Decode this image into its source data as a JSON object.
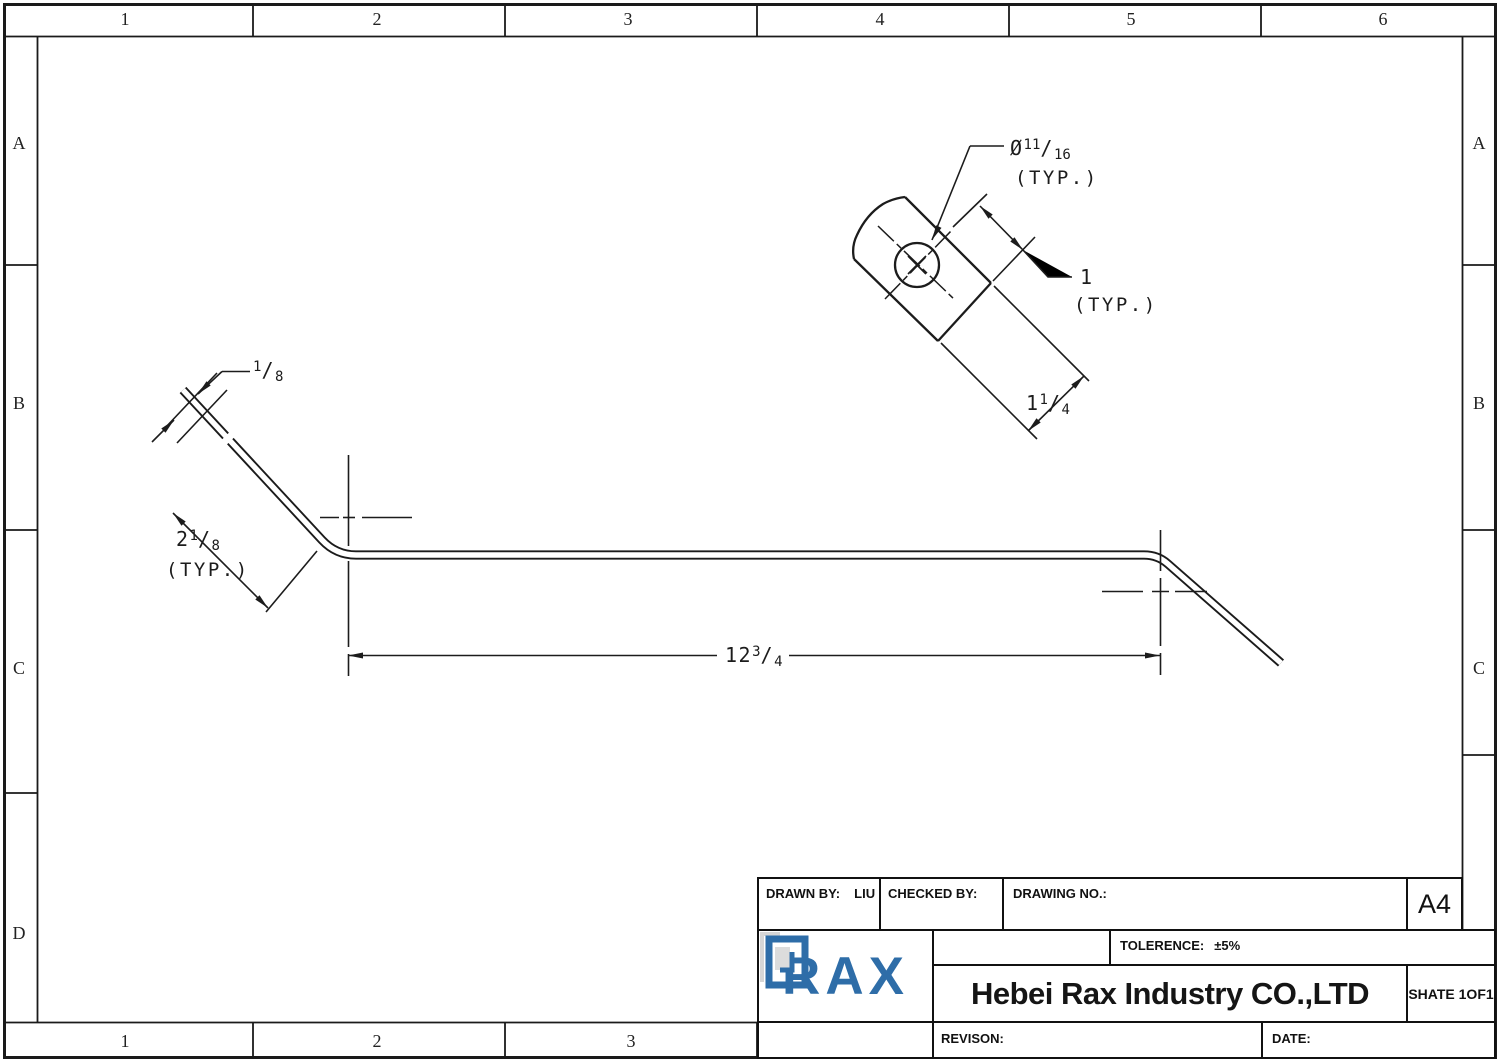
{
  "sheet": {
    "bg": "#ffffff",
    "line_color": "#1a1a1a"
  },
  "border": {
    "columns_top": [
      "1",
      "2",
      "3",
      "4",
      "5",
      "6"
    ],
    "columns_bottom": [
      "1",
      "2",
      "3"
    ],
    "rows_left": [
      "A",
      "B",
      "C",
      "D"
    ],
    "rows_right": [
      "A",
      "B",
      "C"
    ]
  },
  "annotations": {
    "slash": "/",
    "typ": "(TYP.)",
    "thickness": {
      "num": "1",
      "den": "8"
    },
    "end_length": {
      "whole": "2",
      "num": "1",
      "den": "8"
    },
    "overall_length": {
      "whole": "12",
      "num": "3",
      "den": "4"
    },
    "hole_diameter": {
      "prefix": "Ø",
      "num": "11",
      "den": "16"
    },
    "hole_edge_distance": {
      "value": "1"
    },
    "end_width": {
      "whole": "1",
      "num": "1",
      "den": "4"
    }
  },
  "title_block": {
    "drawn_by_label": "DRAWN BY:",
    "drawn_by_value": "LIU",
    "checked_by_label": "CHECKED BY:",
    "drawing_no_label": "DRAWING NO.:",
    "paper_size": "A4",
    "tolerance_label": "TOLERENCE:",
    "tolerance_value": "±5%",
    "company_name": "Hebei Rax Industry CO.,LTD",
    "sheet_label": "SHATE 1OF1",
    "revision_label": "REVISON:",
    "date_label": "DATE:"
  },
  "logo": {
    "text": "RAX",
    "blue": "#2e6da8",
    "gray": "#d6d6d6"
  }
}
